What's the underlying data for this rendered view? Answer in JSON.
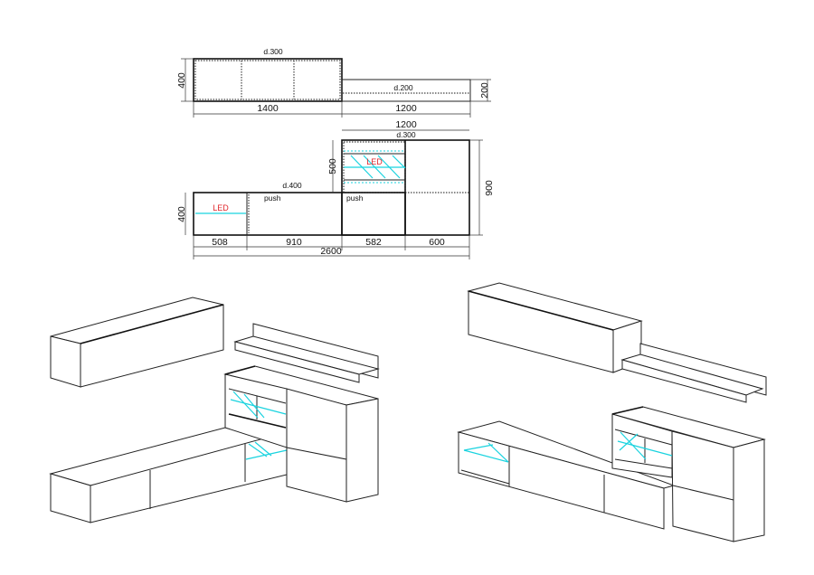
{
  "top_view": {
    "wall_cabinet": {
      "depth": "d.300",
      "height": "400",
      "width": "1400"
    },
    "shelf": {
      "depth": "d.200",
      "height": "200",
      "width": "1200"
    }
  },
  "front_view": {
    "tall_unit": {
      "width": "1200",
      "depth": "d.300",
      "glass_height": "500",
      "height": "900",
      "led": "LED"
    },
    "base_cabinet": {
      "depth": "d.400",
      "height": "400",
      "led": "LED",
      "push_1": "push",
      "push_2": "push"
    },
    "widths": [
      "508",
      "910",
      "582",
      "600"
    ],
    "total_width": "2600"
  },
  "colors": {
    "led_line": "#19d3df",
    "led_text": "#e0262b"
  }
}
